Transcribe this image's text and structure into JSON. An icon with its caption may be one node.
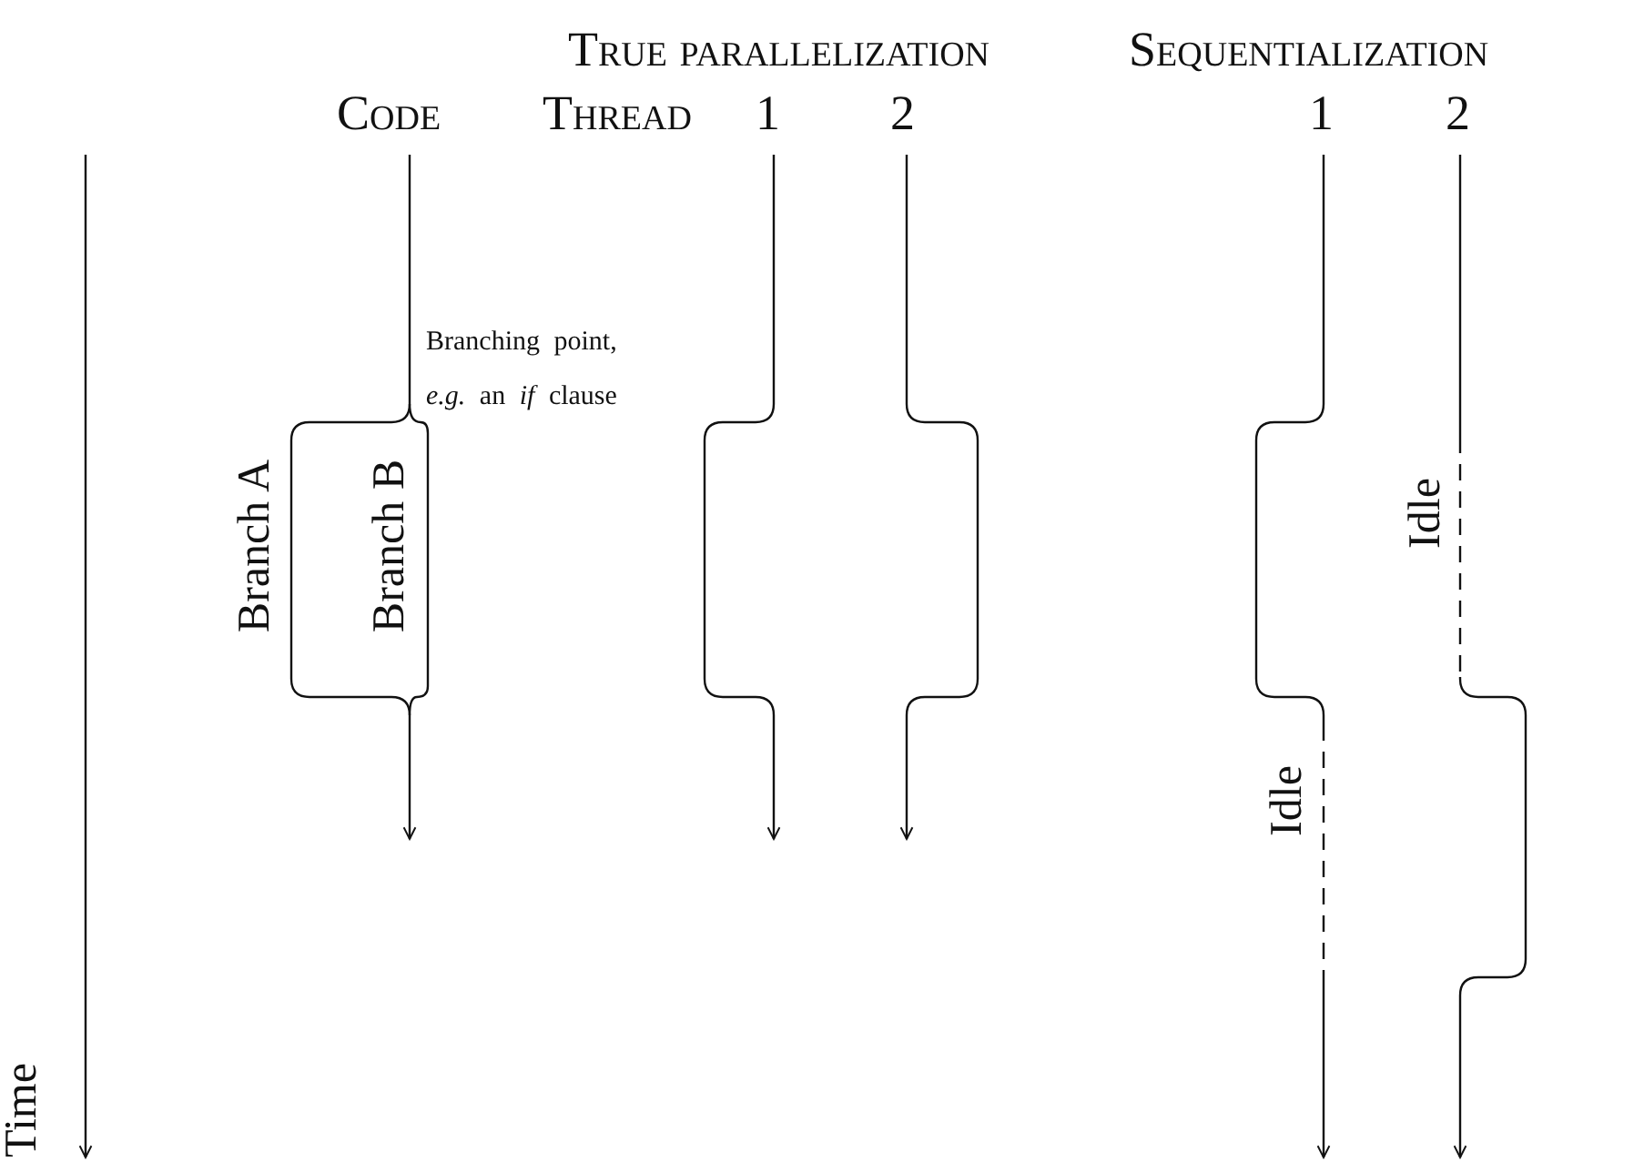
{
  "diagram": {
    "labels": [
      "True parallelization",
      "Sequentialization",
      "Code",
      "Thread",
      "1",
      "2",
      "1",
      "2",
      "Branching point, *e.g.* an *if* clause",
      "Branch A",
      "Branch B",
      "Idle",
      "Idle",
      "Time"
    ]
  }
}
